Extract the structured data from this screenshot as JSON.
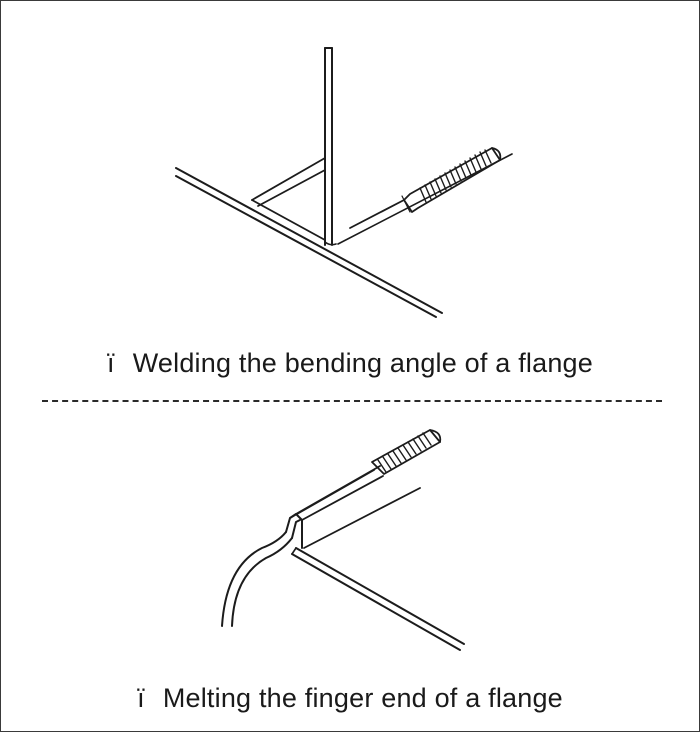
{
  "figures": [
    {
      "id": "top",
      "marker": "ï",
      "caption": "Welding the bending angle of a flange"
    },
    {
      "id": "bottom",
      "marker": "ï",
      "caption": "Melting the finger end of a flange"
    }
  ],
  "colors": {
    "line": "#1c1c1c",
    "background": "#ffffff"
  }
}
